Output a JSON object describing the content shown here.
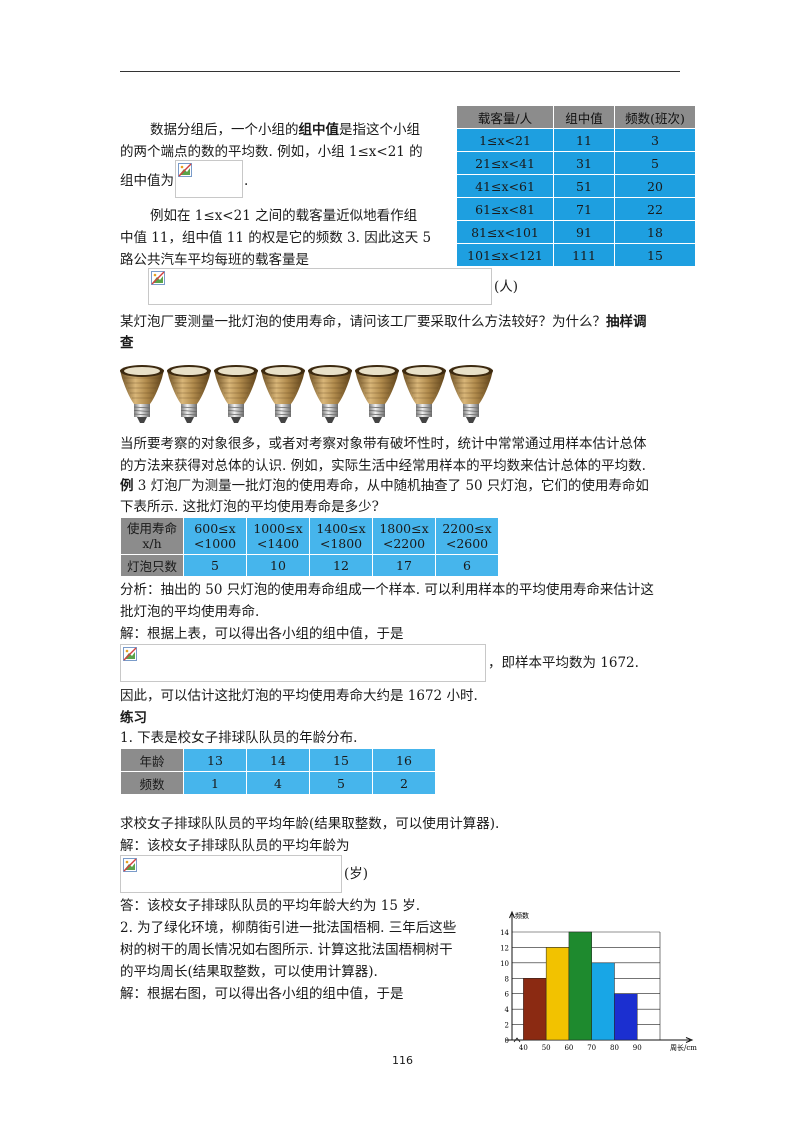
{
  "page_number": "116",
  "intro": {
    "p1_a": "数据分组后，一个小组的",
    "p1_bold": "组中值",
    "p1_b": "是指这个小组",
    "p1_line2": "的两个端点的数的平均数. 例如，小组 1≤x<21 的",
    "p1_line3_a": "组中值为",
    "p1_line3_b": ".",
    "p2_line1": "例如在 1≤x<21 之间的载客量近似地看作组",
    "p2_line2": "中值 11，组中值 11 的权是它的频数 3. 因此这天 5",
    "p2_line3": "路公共汽车平均每班的载客量是",
    "unit_people": "(人)"
  },
  "bus_table": {
    "headers": [
      "载客量/人",
      "组中值",
      "频数(班次)"
    ],
    "rows": [
      [
        "1≤x<21",
        "11",
        "3"
      ],
      [
        "21≤x<41",
        "31",
        "5"
      ],
      [
        "41≤x<61",
        "51",
        "20"
      ],
      [
        "61≤x<81",
        "71",
        "22"
      ],
      [
        "81≤x<101",
        "91",
        "18"
      ],
      [
        "101≤x<121",
        "111",
        "15"
      ]
    ]
  },
  "bulb_question": {
    "line1": "某灯泡厂要测量一批灯泡的使用寿命，请问该工厂要采取什么方法较好？为什么？",
    "answer_a": "抽样调",
    "answer_b": "查"
  },
  "bulb_count": 8,
  "sampling_para": {
    "line1": "当所要考察的对象很多，或者对考察对象带有破坏性时，统计中常常通过用样本估计总体",
    "line2": "的方法来获得对总体的认识. 例如，实际生活中经常用样本的平均数来估计总体的平均数."
  },
  "example3": {
    "label": "例",
    "line1": " 3  灯泡厂为测量一批灯泡的使用寿命，从中随机抽查了 50 只灯泡，它们的使用寿命如",
    "line2": "下表所示. 这批灯泡的平均使用寿命是多少?"
  },
  "life_table": {
    "row1_head": [
      "使用寿命",
      "x/h"
    ],
    "row1": [
      [
        "600≤x",
        "<1000"
      ],
      [
        "1000≤x",
        "<1400"
      ],
      [
        "1400≤x",
        "<1800"
      ],
      [
        "1800≤x",
        "<2200"
      ],
      [
        "2200≤x",
        "<2600"
      ]
    ],
    "row2_head": "灯泡只数",
    "row2": [
      "5",
      "10",
      "12",
      "17",
      "6"
    ]
  },
  "analysis": {
    "line1": "分析：抽出的 50 只灯泡的使用寿命组成一个样本. 可以利用样本的平均使用寿命来估计这",
    "line2": "批灯泡的平均使用寿命.",
    "solution": "解：根据上表，可以得出各小组的组中值，于是",
    "mean_text": "，即样本平均数为 1672.",
    "conclusion": "因此，可以估计这批灯泡的平均使用寿命大约是 1672 小时."
  },
  "practice": {
    "title": "练习",
    "q1": "1. 下表是校女子排球队队员的年龄分布.",
    "age_table": {
      "head1": "年龄",
      "ages": [
        "13",
        "14",
        "15",
        "16"
      ],
      "head2": "频数",
      "freqs": [
        "1",
        "4",
        "5",
        "2"
      ]
    },
    "q1_ask": "求校女子排球队队员的平均年龄(结果取整数，可以使用计算器).",
    "q1_sol": "解：该校女子排球队队员的平均年龄为",
    "unit_age": "(岁)",
    "q1_ans": "答：该校女子排球队队员的平均年龄大约为 15 岁.",
    "q2_line1": "2. 为了绿化环境，柳荫街引进一批法国梧桐. 三年后这些",
    "q2_line2": "树的树干的周长情况如右图所示. 计算这批法国梧桐树干",
    "q2_line3": "的平均周长(结果取整数，可以使用计算器).",
    "q2_sol": "解：根据右图，可以得出各小组的组中值，于是"
  },
  "chart_data": {
    "type": "bar",
    "ylabel": "频数",
    "xlabel": "周长/cm",
    "x_ticks": [
      "40",
      "50",
      "60",
      "70",
      "80",
      "90"
    ],
    "y_ticks": [
      "0",
      "2",
      "4",
      "6",
      "8",
      "10",
      "12",
      "14"
    ],
    "ylim": [
      0,
      14
    ],
    "grid": "horizontal",
    "bins": [
      [
        40,
        50
      ],
      [
        50,
        60
      ],
      [
        60,
        70
      ],
      [
        70,
        80
      ],
      [
        80,
        90
      ]
    ],
    "values": [
      8,
      12,
      14,
      10,
      6
    ],
    "colors": [
      "#8b2a12",
      "#f2c200",
      "#1e8a2e",
      "#18a6e6",
      "#1b2fd0"
    ]
  }
}
